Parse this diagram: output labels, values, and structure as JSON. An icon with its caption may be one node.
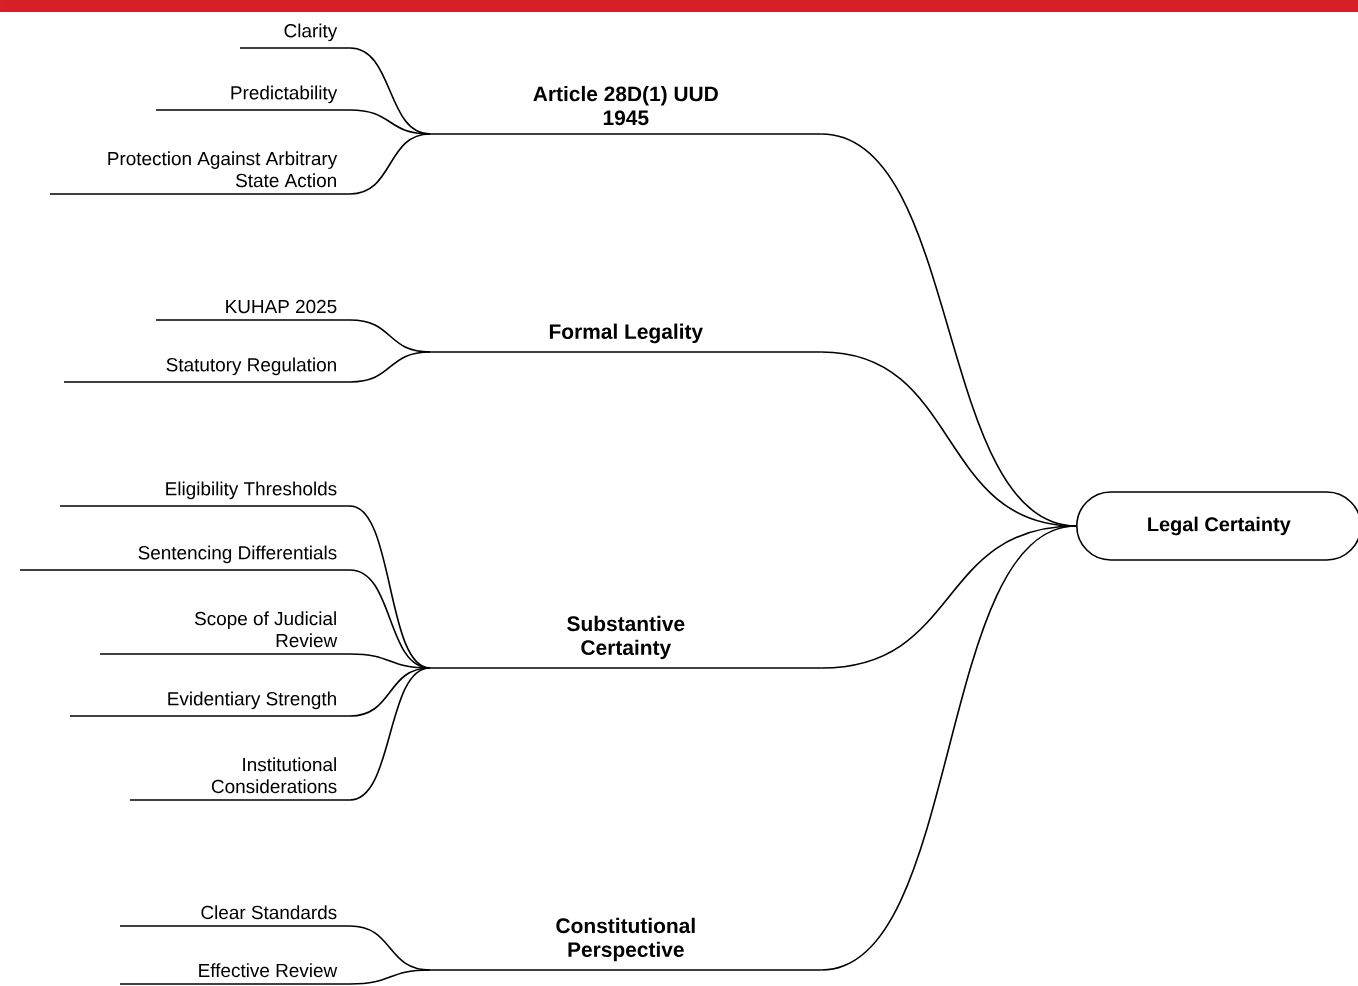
{
  "diagram": {
    "nodes": [
      {
        "text": [
          "Legal Certainty"
        ]
      },
      {
        "text": [
          "Article 28D(1) UUD 1945"
        ]
      },
      {
        "text": [
          "Clarity"
        ]
      },
      {
        "text": [
          "Predictability"
        ]
      },
      {
        "text": [
          "Protection Against Arbitrary State Action"
        ]
      },
      {
        "text": [
          "Formal Legality"
        ]
      },
      {
        "text": [
          "KUHAP 2025"
        ]
      },
      {
        "text": [
          "Statutory Regulation"
        ]
      },
      {
        "text": [
          "Substantive Certainty"
        ]
      },
      {
        "text": [
          "Eligibility Thresholds"
        ]
      },
      {
        "text": [
          "Sentencing Differentials"
        ]
      },
      {
        "text": [
          "Scope of Judicial Review"
        ]
      },
      {
        "text": [
          "Evidentiary Strength"
        ]
      },
      {
        "text": [
          "Institutional Considerations"
        ]
      },
      {
        "text": [
          "Constitutional Perspective"
        ]
      },
      {
        "text": [
          "Clear Standards"
        ]
      },
      {
        "text": [
          "Effective Review"
        ]
      }
    ],
    "edges": [
      {
        "from": 0,
        "to": 1,
        "arrow": "none"
      },
      {
        "from": 0,
        "to": 5,
        "arrow": "none"
      },
      {
        "from": 0,
        "to": 8,
        "arrow": "none"
      },
      {
        "from": 0,
        "to": 14,
        "arrow": "none"
      },
      {
        "from": 1,
        "to": 2,
        "arrow": "none"
      },
      {
        "from": 1,
        "to": 3,
        "arrow": "none"
      },
      {
        "from": 1,
        "to": 4,
        "arrow": "none"
      },
      {
        "from": 5,
        "to": 6,
        "arrow": "none"
      },
      {
        "from": 5,
        "to": 7,
        "arrow": "none"
      },
      {
        "from": 8,
        "to": 9,
        "arrow": "none"
      },
      {
        "from": 8,
        "to": 10,
        "arrow": "none"
      },
      {
        "from": 8,
        "to": 11,
        "arrow": "none"
      },
      {
        "from": 8,
        "to": 12,
        "arrow": "none"
      },
      {
        "from": 8,
        "to": 13,
        "arrow": "none"
      },
      {
        "from": 14,
        "to": 15,
        "arrow": "none"
      },
      {
        "from": 14,
        "to": 16,
        "arrow": "none"
      }
    ]
  }
}
